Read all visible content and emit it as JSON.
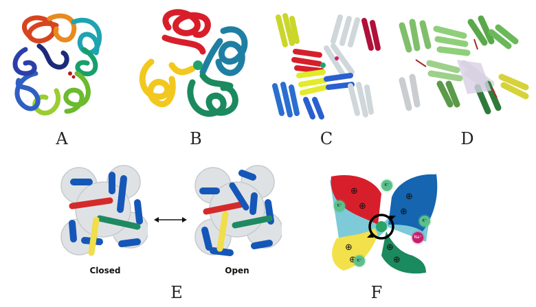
{
  "panels": {
    "a": {
      "label": "A"
    },
    "b": {
      "label": "B"
    },
    "c": {
      "label": "C"
    },
    "d": {
      "label": "D"
    },
    "e": {
      "label": "E",
      "state_left": "Closed",
      "state_right": "Open"
    },
    "f": {
      "label": "F",
      "ions": [
        "K⁺",
        "K⁺",
        "K⁺",
        "K⁺",
        "Na⁺"
      ],
      "plus_sign": "⊕"
    }
  },
  "colors": {
    "red": "#d71f2b",
    "blue": "#1565b0",
    "yellow": "#f2e14a",
    "green": "#1b8a5e",
    "teal": "#1f7fa3",
    "light_blue": "#7ecad8",
    "gray": "#cfd3d6",
    "ion_green": "#5cc08a",
    "ion_magenta": "#c81d6b"
  }
}
